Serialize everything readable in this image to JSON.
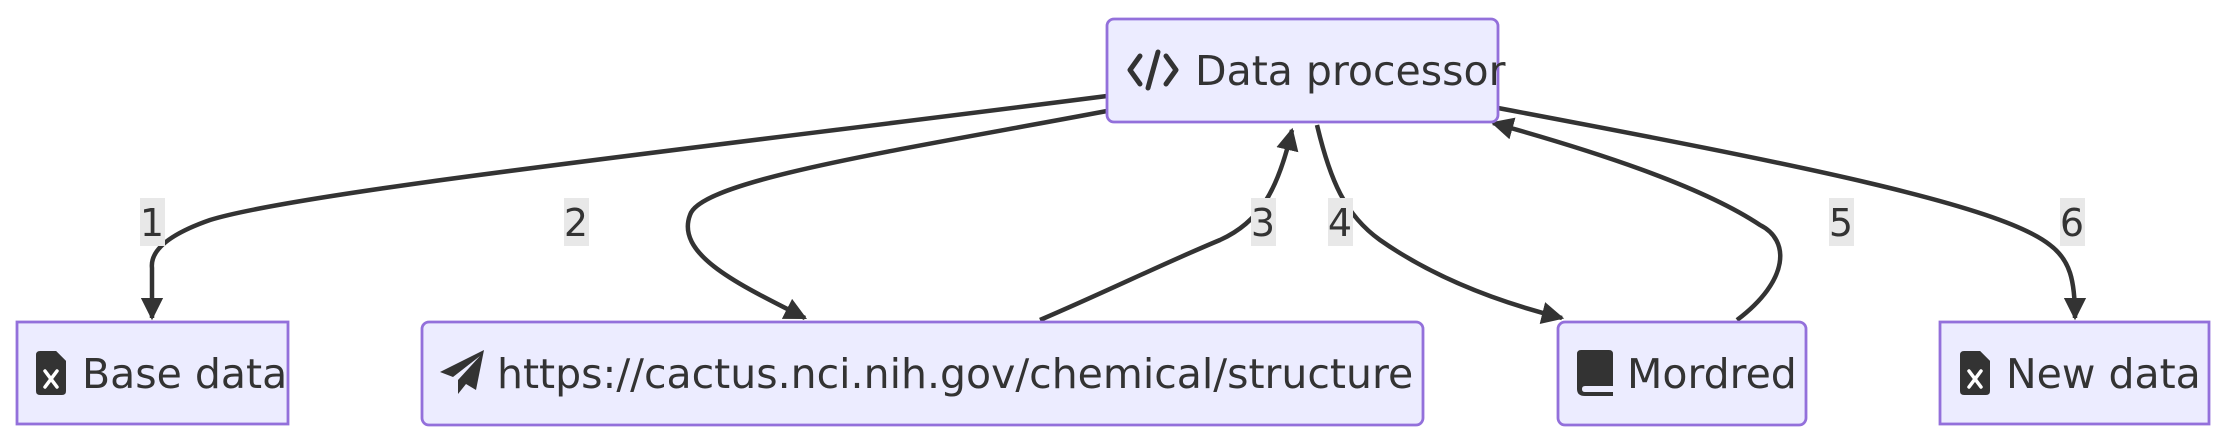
{
  "nodes": {
    "processor": {
      "label": "Data processor",
      "icon": "code-icon"
    },
    "base": {
      "label": "Base data",
      "icon": "file-excel-icon"
    },
    "cactus": {
      "label": "https://cactus.nci.nih.gov/chemical/structure",
      "icon": "paper-plane-icon"
    },
    "mordred": {
      "label": "Mordred",
      "icon": "book-icon"
    },
    "new": {
      "label": "New data",
      "icon": "file-excel-icon"
    }
  },
  "edges": [
    {
      "from": "processor",
      "to": "base",
      "label": "1"
    },
    {
      "from": "processor",
      "to": "cactus",
      "label": "2"
    },
    {
      "from": "cactus",
      "to": "processor",
      "label": "3"
    },
    {
      "from": "processor",
      "to": "mordred",
      "label": "4"
    },
    {
      "from": "mordred",
      "to": "processor",
      "label": "5"
    },
    {
      "from": "processor",
      "to": "new",
      "label": "6"
    }
  ],
  "colors": {
    "node_fill": "#ECECFF",
    "node_stroke": "#9370DB",
    "edge": "#333333",
    "label_bg": "#E8E8E8"
  }
}
